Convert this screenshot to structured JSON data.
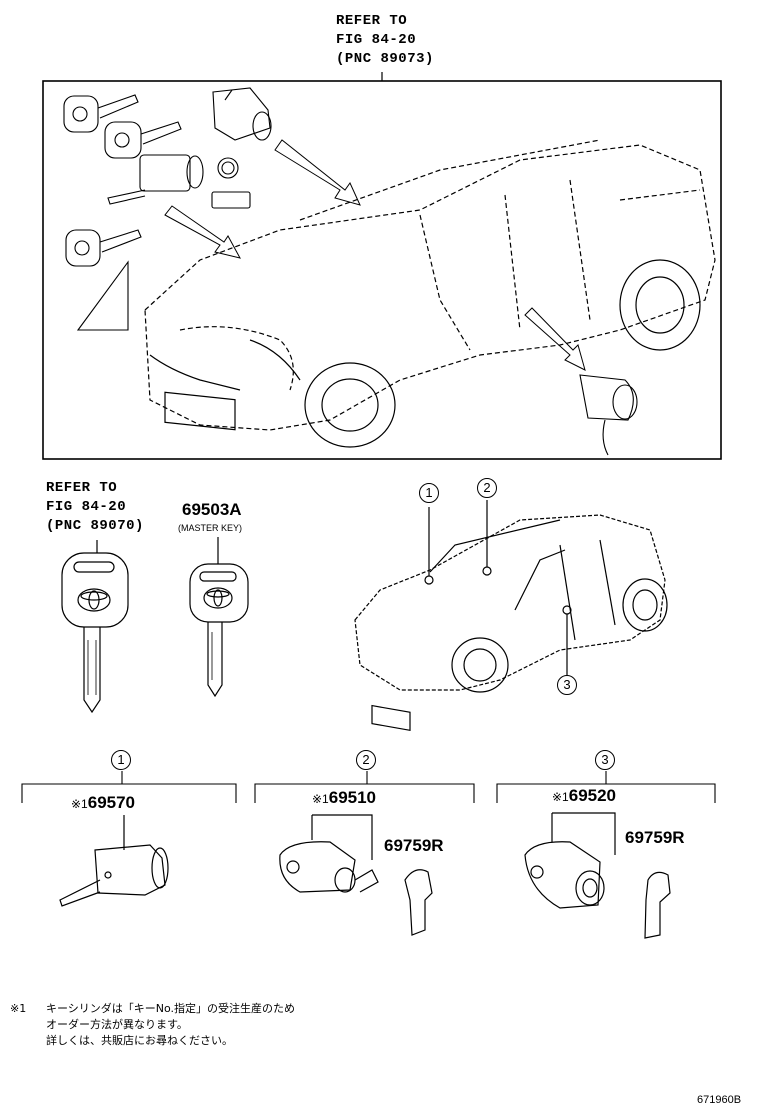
{
  "top_ref": {
    "line1": "REFER TO",
    "line2": "FIG 84-20",
    "line3": "(PNC 89073)"
  },
  "key_ref": {
    "line1": "REFER TO",
    "line2": "FIG 84-20",
    "line3": "(PNC 89070)"
  },
  "master_key": {
    "part": "69503A",
    "caption": "(MASTER KEY)"
  },
  "callouts": [
    "1",
    "2",
    "3"
  ],
  "groups": [
    {
      "num": "1",
      "mark": "※1",
      "part": "69570"
    },
    {
      "num": "2",
      "mark": "※1",
      "part": "69510",
      "sub": "69759R"
    },
    {
      "num": "3",
      "mark": "※1",
      "part": "69520",
      "sub": "69759R"
    }
  ],
  "footnote": {
    "mark": "※1",
    "line1": "キーシリンダは「キーNo.指定」の受注生産のため",
    "line2": "オーダー方法が異なります。",
    "line3": "詳しくは、共販店にお尋ねください。"
  },
  "figure_code": "671960B"
}
